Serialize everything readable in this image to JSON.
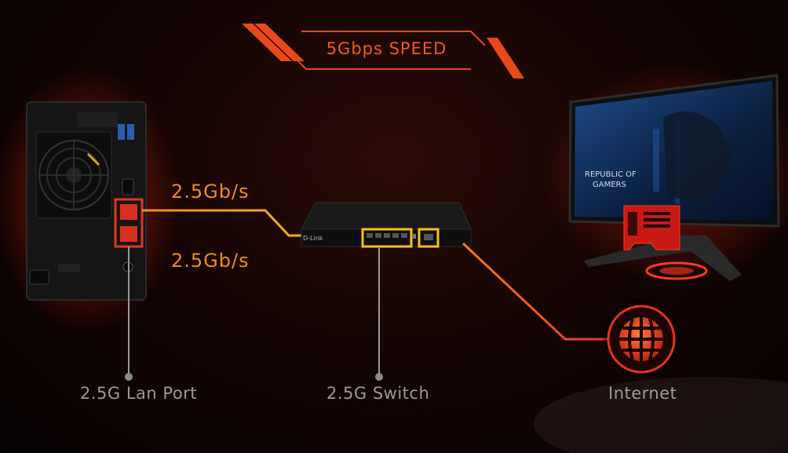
{
  "banner": {
    "text": "5Gbps SPEED"
  },
  "links": {
    "top_speed": "2.5Gb/s",
    "bottom_speed": "2.5Gb/s"
  },
  "captions": {
    "lan_port": "2.5G Lan Port",
    "switch": "2.5G Switch",
    "internet": "Internet"
  },
  "monitor": {
    "brand_line1": "REPUBLIC OF",
    "brand_line2": "GAMERS"
  },
  "switch_device": {
    "brand": "D-Link"
  },
  "colors": {
    "accent_orange": "#f0961e",
    "accent_red": "#e8321e",
    "yellow_highlight": "#f5c01a",
    "caption_gray": "#9a9a9a"
  },
  "icons": {
    "nas": "nas-device-icon",
    "switch": "network-switch-icon",
    "monitor": "gaming-monitor-icon",
    "nic": "network-card-icon",
    "internet": "globe-icon"
  }
}
